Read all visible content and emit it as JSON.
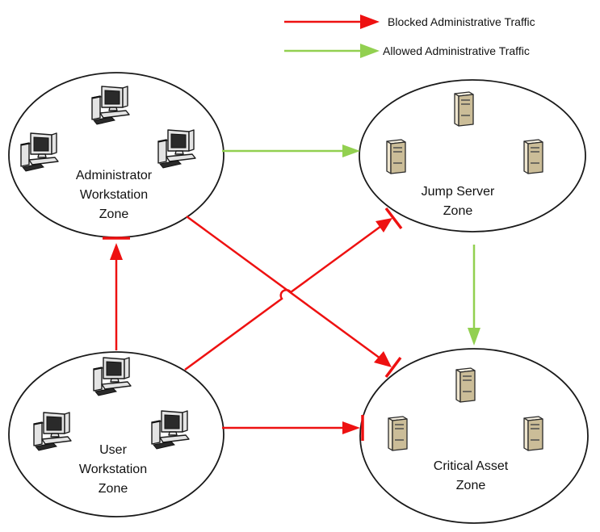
{
  "legend": {
    "blocked": {
      "label": "Blocked Administrative Traffic",
      "color": "#ee1111"
    },
    "allowed": {
      "label": "Allowed Administrative Traffic",
      "color": "#92d050"
    }
  },
  "zones": {
    "admin": {
      "lines": [
        "Administrator",
        "Workstation",
        "Zone"
      ],
      "icons": "workstation-icon"
    },
    "jump": {
      "lines": [
        "Jump Server",
        "Zone"
      ],
      "icons": "server-icon"
    },
    "user": {
      "lines": [
        "User",
        "Workstation",
        "Zone"
      ],
      "icons": "workstation-icon"
    },
    "critical": {
      "lines": [
        "Critical Asset",
        "Zone"
      ],
      "icons": "server-icon"
    }
  },
  "flows": [
    {
      "from": "admin",
      "to": "jump",
      "status": "allowed"
    },
    {
      "from": "jump",
      "to": "critical",
      "status": "allowed"
    },
    {
      "from": "admin",
      "to": "critical",
      "status": "blocked"
    },
    {
      "from": "user",
      "to": "admin",
      "status": "blocked"
    },
    {
      "from": "user",
      "to": "jump",
      "status": "blocked"
    },
    {
      "from": "user",
      "to": "critical",
      "status": "blocked"
    }
  ]
}
